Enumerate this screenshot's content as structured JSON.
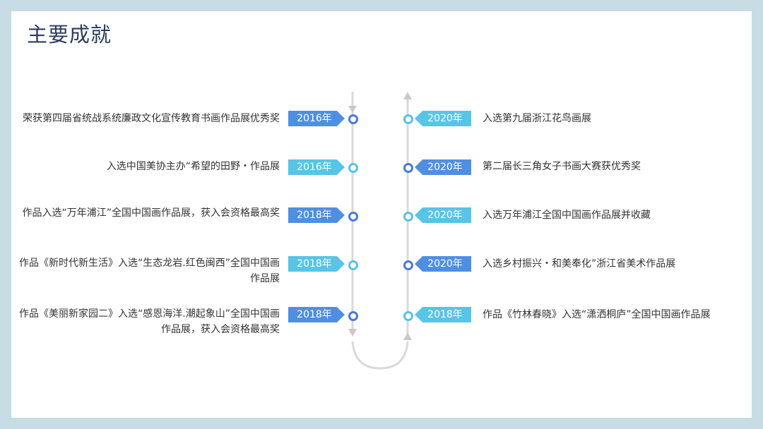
{
  "title": "主要成就",
  "left_items": [
    {
      "year": "2016年",
      "text": "荣获第四届省统战系统廉政文化宣传教育书画作品展优秀奖"
    },
    {
      "year": "2016年",
      "text": "入选中国美协主办“希望的田野・作品展"
    },
    {
      "year": "2018年",
      "text": "作品入选“万年浦江”全国中国画作品展，获入会资格最高奖"
    },
    {
      "year": "2018年",
      "text": "作品《新时代新生活》入选“生态龙岩.红色闽西”全国中国画作品展"
    },
    {
      "year": "2018年",
      "text": "作品《美丽新家园二》入选“感恩海洋.潮起象山”全国中国画作品展，获入会资格最高奖"
    }
  ],
  "right_items": [
    {
      "year": "2020年",
      "text": "入选第九届浙江花鸟画展"
    },
    {
      "year": "2020年",
      "text": "第二届长三角女子书画大赛获优秀奖"
    },
    {
      "year": "2020年",
      "text": "入选万年浦江全国中国画作品展并收藏"
    },
    {
      "year": "2020年",
      "text": "入选乡村振兴・和美奉化”浙江省美术作品展"
    },
    {
      "year": "2018年",
      "text": "作品《竹林春晓》入选“潇洒桐庐”全国中国画作品展"
    }
  ],
  "colors": {
    "accent_dark": "#4f8fe2",
    "accent_light": "#58c4e6",
    "track": "#d9d9d9",
    "title": "#2b3c5e"
  }
}
